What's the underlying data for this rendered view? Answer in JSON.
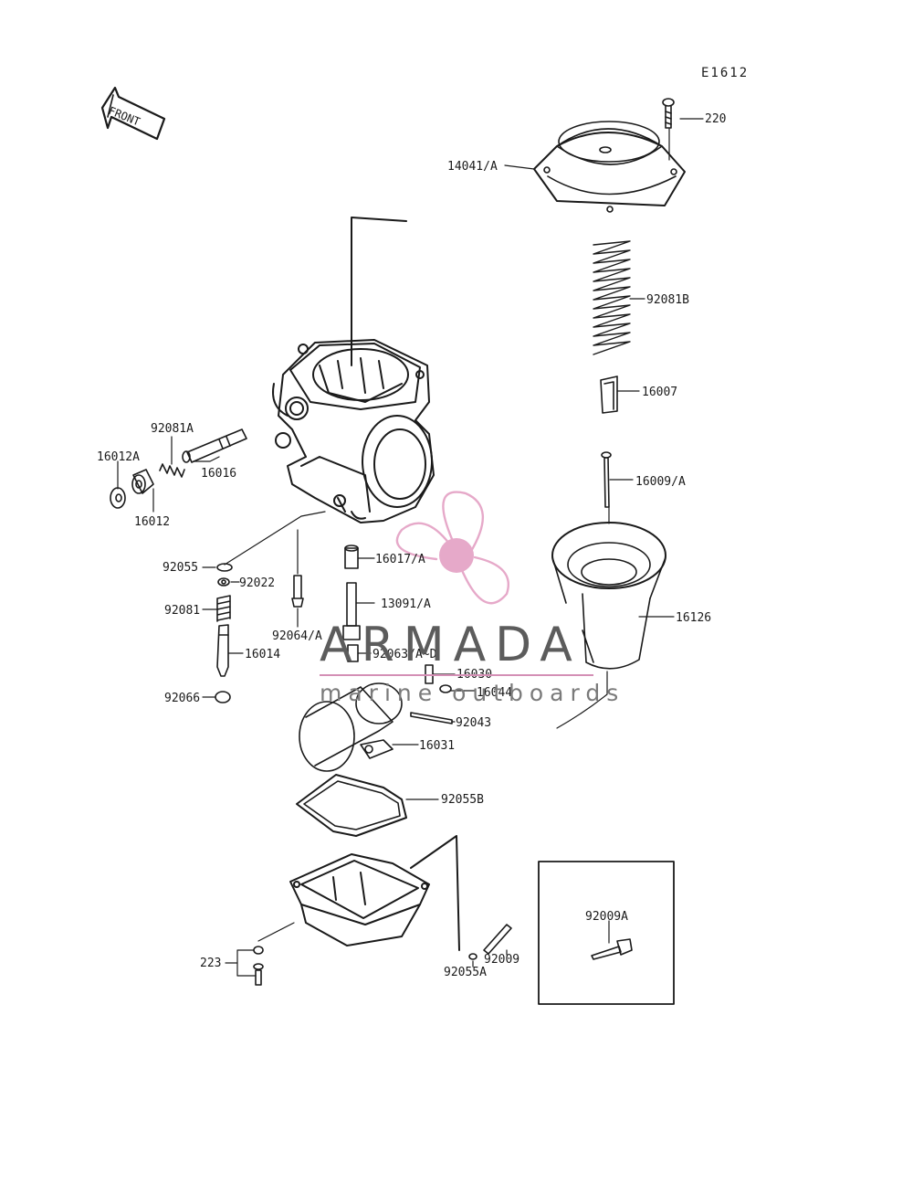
{
  "diagram_code": "E1612",
  "front_label": "FRONT",
  "watermark": {
    "title": "ARMADA",
    "subtitle": "marine outboards",
    "accent_color": "#e6a9c9",
    "text_color": "#5c5c5c"
  },
  "callouts": {
    "c220": "220",
    "c14041": "14041/A",
    "c92081b": "92081B",
    "c16007": "16007",
    "c16009": "16009/A",
    "c16126": "16126",
    "c92081a": "92081A",
    "c16012a": "16012A",
    "c16016": "16016",
    "c16012": "16012",
    "c92055": "92055",
    "c92022": "92022",
    "c16017": "16017/A",
    "c13091": "13091/A",
    "c92081": "92081",
    "c92064": "92064/A",
    "c16014": "16014",
    "c92063": "92063/A~D",
    "c16030": "16030",
    "c16044": "16044",
    "c92066": "92066",
    "c92043": "92043",
    "c16031": "16031",
    "c92055b": "92055B",
    "c92009a": "92009A",
    "c223": "223",
    "c92009": "92009",
    "c92055a": "92055A"
  }
}
